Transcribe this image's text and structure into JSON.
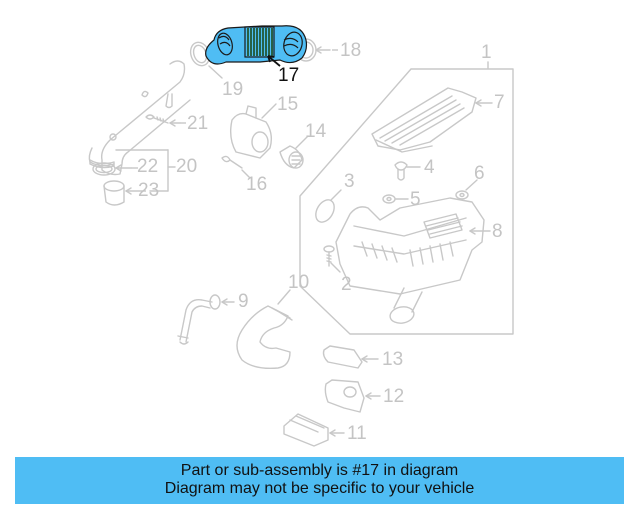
{
  "diagram": {
    "highlighted_part": "17",
    "highlight_color": "#4fbdf4",
    "line_color": "#c4c4c4",
    "callouts": [
      {
        "id": "1",
        "label": "1"
      },
      {
        "id": "2",
        "label": "2"
      },
      {
        "id": "3",
        "label": "3"
      },
      {
        "id": "4",
        "label": "4"
      },
      {
        "id": "5",
        "label": "5"
      },
      {
        "id": "6",
        "label": "6"
      },
      {
        "id": "7",
        "label": "7"
      },
      {
        "id": "8",
        "label": "8"
      },
      {
        "id": "9",
        "label": "9"
      },
      {
        "id": "10",
        "label": "10"
      },
      {
        "id": "11",
        "label": "11"
      },
      {
        "id": "12",
        "label": "12"
      },
      {
        "id": "13",
        "label": "13"
      },
      {
        "id": "14",
        "label": "14"
      },
      {
        "id": "15",
        "label": "15"
      },
      {
        "id": "16",
        "label": "16"
      },
      {
        "id": "17",
        "label": "17"
      },
      {
        "id": "18",
        "label": "18"
      },
      {
        "id": "19",
        "label": "19"
      },
      {
        "id": "20",
        "label": "20"
      },
      {
        "id": "21",
        "label": "21"
      },
      {
        "id": "22",
        "label": "22"
      },
      {
        "id": "23",
        "label": "23"
      }
    ]
  },
  "banner": {
    "line1": "Part or sub-assembly is #17 in diagram",
    "line2": "Diagram may not be specific to your vehicle",
    "background": "#4fbdf4"
  }
}
